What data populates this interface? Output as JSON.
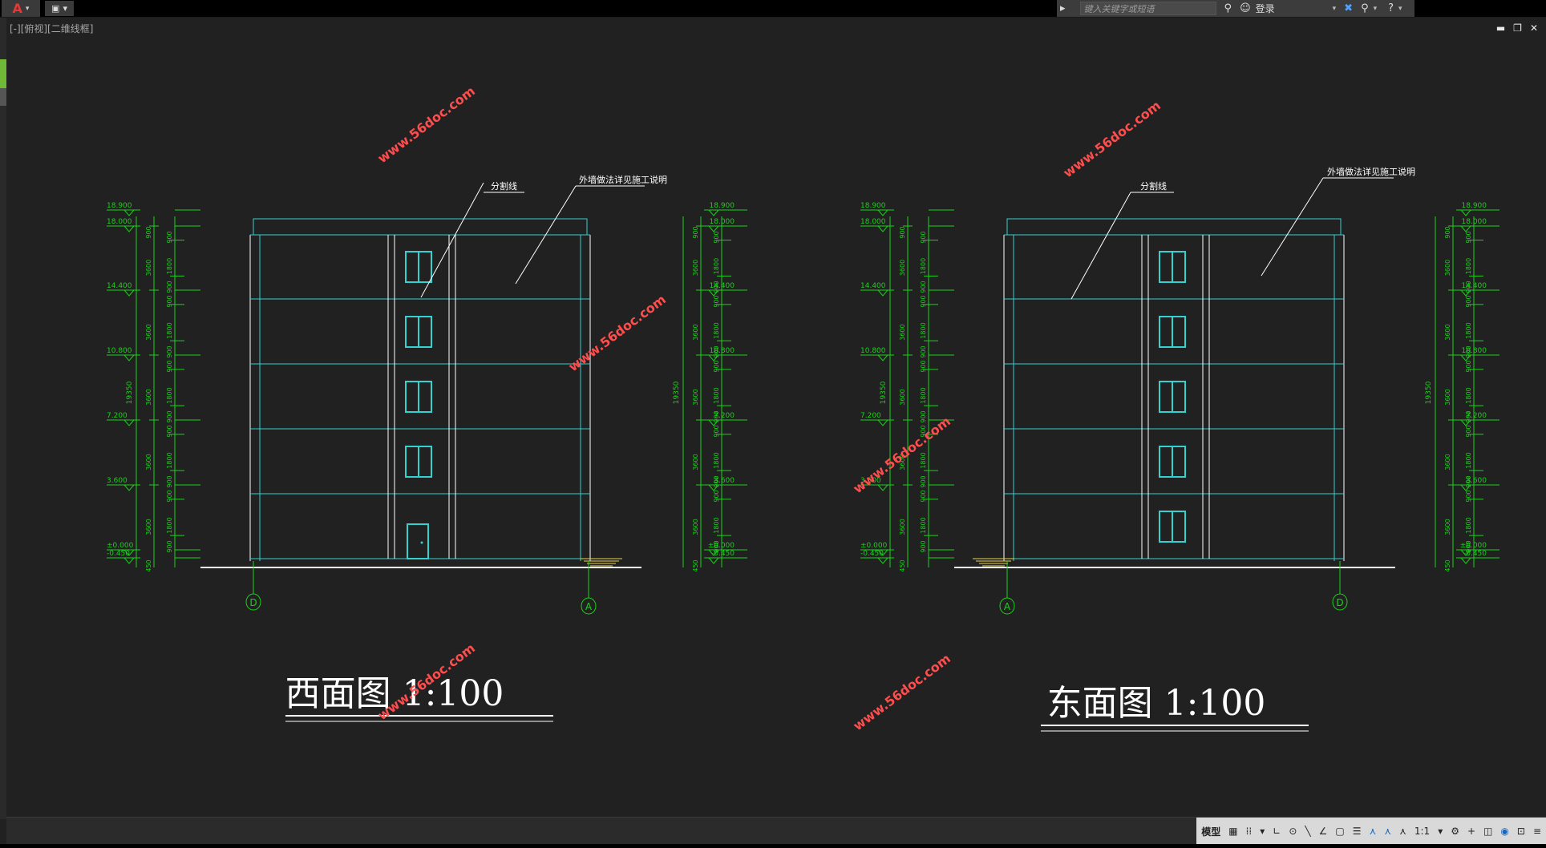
{
  "window": {
    "app_icon": "autocad-a-icon",
    "viewport_label": "[-][俯视][二维线框]",
    "search_placeholder": "键入关键字或短语",
    "login_label": "登录"
  },
  "drawing": {
    "watermark": "www.56doc.com",
    "west": {
      "title": "西面图 1:100",
      "note_divider": "分割线",
      "note_wall": "外墙做法详见施工说明",
      "axis_left": "D",
      "axis_right": "A"
    },
    "east": {
      "title": "东面图 1:100",
      "note_divider": "分割线",
      "note_wall": "外墙做法详见施工说明",
      "axis_left": "A",
      "axis_right": "D"
    },
    "elevations": [
      "18.900",
      "18.000",
      "14.400",
      "10.800",
      "7.200",
      "3.600",
      "±0.000",
      "-0.450"
    ],
    "dim_floor": "3600",
    "dim_total": "19350",
    "dim_sub_a": "900",
    "dim_sub_b": "1800",
    "dim_parapet": "900",
    "dim_base": "450",
    "colors": {
      "background": "#212121",
      "building": "#35d0d0",
      "dimension": "#19d219",
      "text": "#ffffff"
    }
  },
  "statusbar": {
    "model_label": "模型",
    "scale_label": "1:1"
  }
}
